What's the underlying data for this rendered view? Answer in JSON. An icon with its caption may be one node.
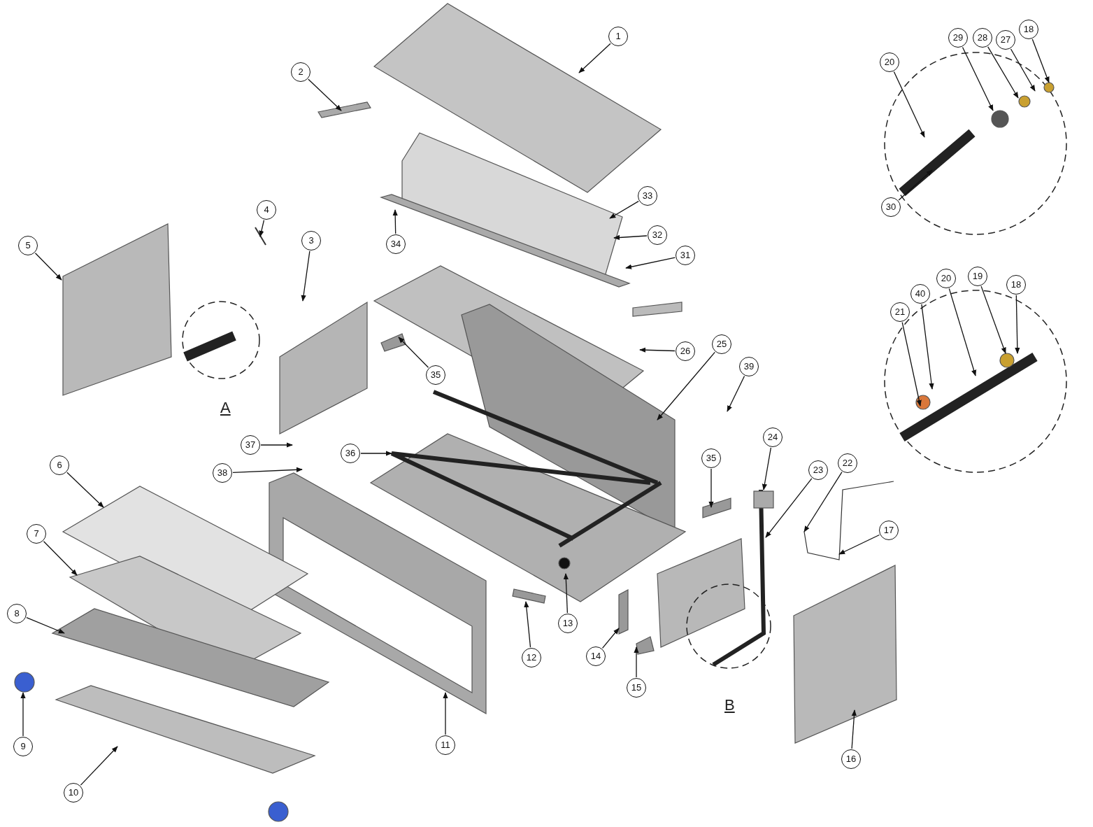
{
  "diagram": {
    "nodes": [
      {
        "text": [
          "1"
        ]
      },
      {
        "text": [
          "2"
        ]
      },
      {
        "text": [
          "20"
        ]
      },
      {
        "text": [
          "29"
        ]
      },
      {
        "text": [
          "28"
        ]
      },
      {
        "text": [
          "27"
        ]
      },
      {
        "text": [
          "18"
        ]
      },
      {
        "text": [
          "4"
        ]
      },
      {
        "text": [
          "3"
        ]
      },
      {
        "text": [
          "33"
        ]
      },
      {
        "text": [
          "5"
        ]
      },
      {
        "text": [
          "34"
        ]
      },
      {
        "text": [
          "32"
        ]
      },
      {
        "text": [
          "31"
        ]
      },
      {
        "text": [
          "30"
        ]
      },
      {
        "text": [
          "21"
        ]
      },
      {
        "text": [
          "40"
        ]
      },
      {
        "text": [
          "20"
        ]
      },
      {
        "text": [
          "19"
        ]
      },
      {
        "text": [
          "18"
        ]
      },
      {
        "text": [
          "26"
        ]
      },
      {
        "text": [
          "25"
        ]
      },
      {
        "text": [
          "39"
        ]
      },
      {
        "text": [
          "35"
        ]
      },
      {
        "text": [
          "37"
        ]
      },
      {
        "text": [
          "36"
        ]
      },
      {
        "text": [
          "38"
        ]
      },
      {
        "text": [
          "35"
        ]
      },
      {
        "text": [
          "6"
        ]
      },
      {
        "text": [
          "24"
        ]
      },
      {
        "text": [
          "23"
        ]
      },
      {
        "text": [
          "22"
        ]
      },
      {
        "text": [
          "17"
        ]
      },
      {
        "text": [
          "7"
        ]
      },
      {
        "text": [
          "8"
        ]
      },
      {
        "text": [
          "13"
        ]
      },
      {
        "text": [
          "12"
        ]
      },
      {
        "text": [
          "14"
        ]
      },
      {
        "text": [
          "15"
        ]
      },
      {
        "text": [
          "16"
        ]
      },
      {
        "text": [
          "9"
        ]
      },
      {
        "text": [
          "10"
        ]
      },
      {
        "text": [
          "11"
        ]
      }
    ],
    "edges": [
      {
        "from": 0,
        "to": null,
        "arrow": "to"
      },
      {
        "from": 1,
        "to": null,
        "arrow": "to"
      },
      {
        "from": 2,
        "to": null,
        "arrow": "to"
      },
      {
        "from": 3,
        "to": null,
        "arrow": "to"
      },
      {
        "from": 4,
        "to": null,
        "arrow": "to"
      },
      {
        "from": 5,
        "to": null,
        "arrow": "to"
      },
      {
        "from": 6,
        "to": null,
        "arrow": "to"
      },
      {
        "from": 7,
        "to": null,
        "arrow": "to"
      },
      {
        "from": 8,
        "to": null,
        "arrow": "to"
      },
      {
        "from": 9,
        "to": null,
        "arrow": "to"
      },
      {
        "from": 10,
        "to": null,
        "arrow": "to"
      },
      {
        "from": 11,
        "to": null,
        "arrow": "to"
      },
      {
        "from": 12,
        "to": null,
        "arrow": "to"
      },
      {
        "from": 13,
        "to": null,
        "arrow": "to"
      },
      {
        "from": 14,
        "to": null,
        "arrow": "to"
      },
      {
        "from": 15,
        "to": null,
        "arrow": "to"
      },
      {
        "from": 16,
        "to": null,
        "arrow": "to"
      },
      {
        "from": 17,
        "to": null,
        "arrow": "to"
      },
      {
        "from": 18,
        "to": null,
        "arrow": "to"
      },
      {
        "from": 19,
        "to": null,
        "arrow": "to"
      },
      {
        "from": 20,
        "to": null,
        "arrow": "to"
      },
      {
        "from": 21,
        "to": null,
        "arrow": "to"
      },
      {
        "from": 22,
        "to": null,
        "arrow": "to"
      },
      {
        "from": 23,
        "to": null,
        "arrow": "to"
      },
      {
        "from": 24,
        "to": null,
        "arrow": "to"
      },
      {
        "from": 25,
        "to": null,
        "arrow": "to"
      },
      {
        "from": 26,
        "to": null,
        "arrow": "to"
      },
      {
        "from": 27,
        "to": null,
        "arrow": "to"
      },
      {
        "from": 28,
        "to": null,
        "arrow": "to"
      },
      {
        "from": 29,
        "to": null,
        "arrow": "to"
      },
      {
        "from": 30,
        "to": null,
        "arrow": "to"
      },
      {
        "from": 31,
        "to": null,
        "arrow": "to"
      },
      {
        "from": 32,
        "to": null,
        "arrow": "to"
      },
      {
        "from": 33,
        "to": null,
        "arrow": "to"
      },
      {
        "from": 34,
        "to": null,
        "arrow": "to"
      },
      {
        "from": 35,
        "to": null,
        "arrow": "to"
      },
      {
        "from": 36,
        "to": null,
        "arrow": "to"
      },
      {
        "from": 37,
        "to": null,
        "arrow": "to"
      },
      {
        "from": 38,
        "to": null,
        "arrow": "to"
      },
      {
        "from": 39,
        "to": null,
        "arrow": "to"
      },
      {
        "from": 40,
        "to": null,
        "arrow": "to"
      },
      {
        "from": 41,
        "to": null,
        "arrow": "to"
      },
      {
        "from": 42,
        "to": null,
        "arrow": "to"
      }
    ],
    "labels": [
      "A",
      "B"
    ]
  }
}
